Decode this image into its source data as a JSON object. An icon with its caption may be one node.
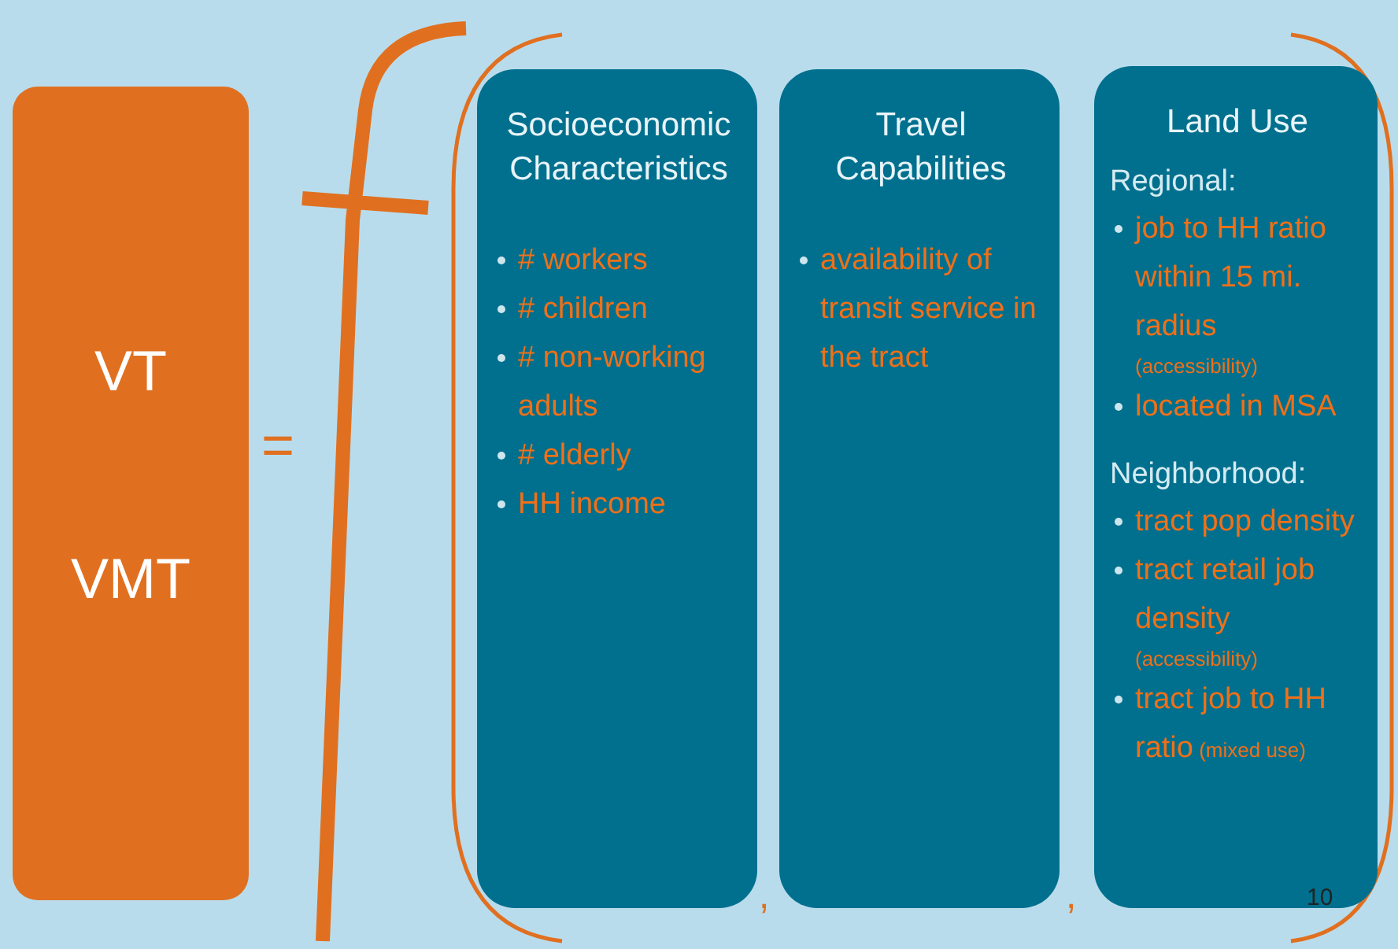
{
  "diagram": {
    "nodes": [
      {
        "text": [
          "VT",
          "VMT"
        ]
      },
      {
        "text": [
          "Socioeconomic Characteristics",
          "# workers",
          "# children",
          "# non-working adults",
          "# elderly",
          "HH income"
        ]
      },
      {
        "text": [
          "Travel Capabilities",
          "availability of transit service in the tract"
        ]
      },
      {
        "text": [
          "Land Use",
          "Regional:",
          "job to HH ratio within 15 mi. radius",
          "(accessibility)",
          "located in MSA",
          "Neighborhood:",
          "tract pop density",
          "tract retail job density",
          "(accessibility)",
          "tract job to HH ratio",
          "(mixed use)"
        ]
      }
    ],
    "edges": [],
    "labels": [
      "=",
      ",",
      ",",
      "10"
    ]
  }
}
